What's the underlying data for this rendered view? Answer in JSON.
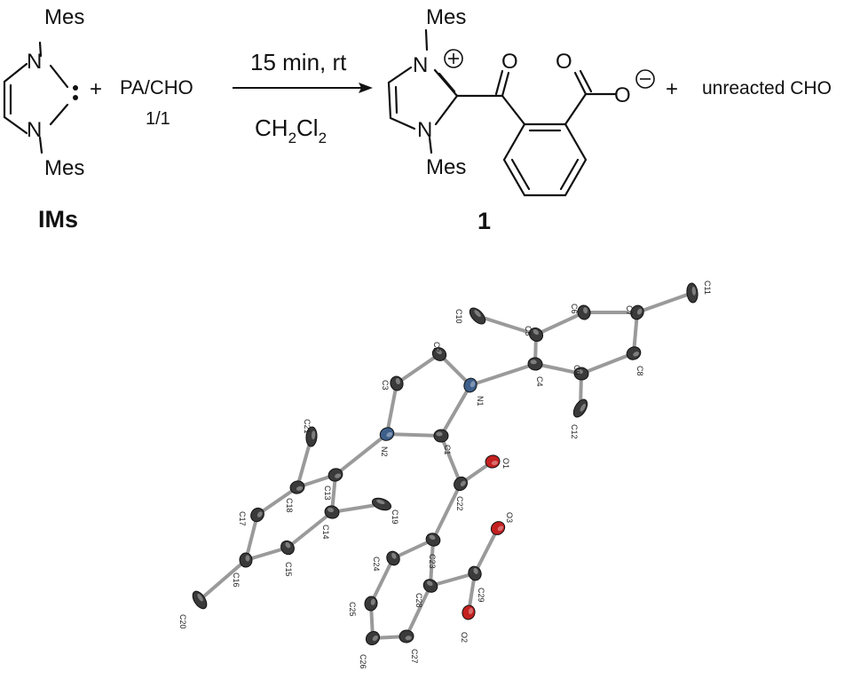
{
  "scheme": {
    "reactant_label": "IMs",
    "product_label": "1",
    "mes": "Mes",
    "n": "N",
    "plus": "+",
    "reagent_line1": "PA/CHO",
    "reagent_line2": "1/1",
    "condition_top": "15 min, rt",
    "solvent_c": "CH",
    "solvent_2a": "2",
    "solvent_cl": "Cl",
    "solvent_2b": "2",
    "oxygen": "O",
    "unreacted": "unreacted CHO"
  },
  "crystal": {
    "atoms": [
      "C1",
      "C2",
      "C3",
      "N1",
      "N2",
      "C4",
      "C5",
      "C6",
      "C7",
      "C8",
      "C9",
      "C10",
      "C11",
      "C12",
      "C13",
      "C14",
      "C15",
      "C16",
      "C17",
      "C18",
      "C19",
      "C20",
      "C21",
      "C22",
      "O1",
      "C23",
      "C24",
      "C25",
      "C26",
      "C27",
      "C28",
      "C29",
      "O2",
      "O3"
    ],
    "colors": {
      "carbon": "#3a3a3a",
      "nitrogen": "#3d5f8a",
      "oxygen": "#c42020",
      "bond": "#9a9a9a"
    }
  }
}
